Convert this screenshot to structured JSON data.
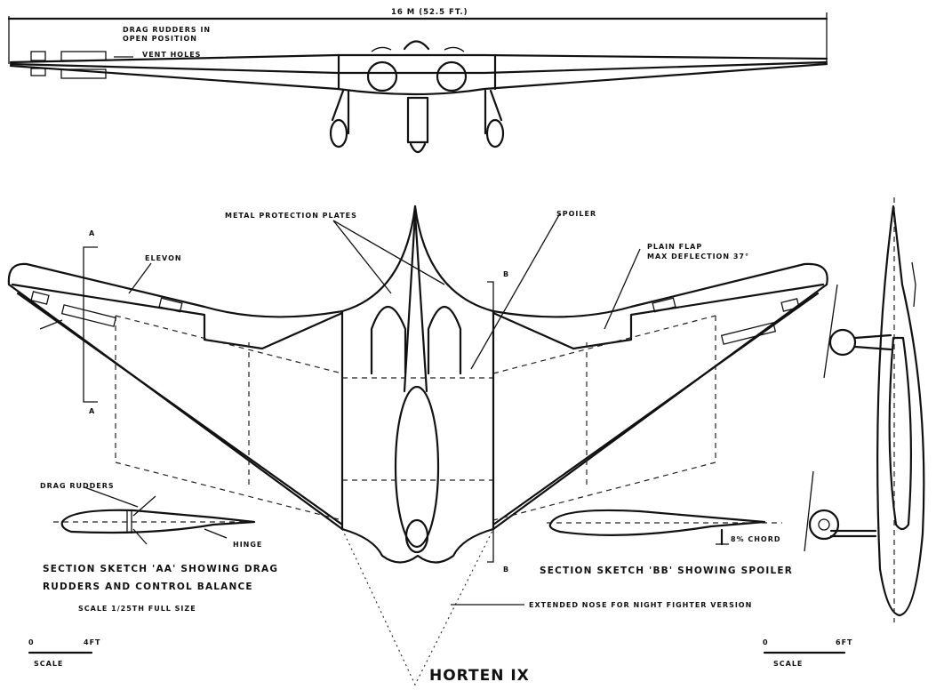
{
  "title": "HORTEN IX",
  "front_view": {
    "span_dimension": "16 M (52.5 FT.)",
    "labels": {
      "drag_rudders": [
        "DRAG RUDDERS IN",
        "OPEN POSITION"
      ],
      "vent_holes": "VENT HOLES"
    }
  },
  "plan_view": {
    "labels": {
      "metal_plates": "METAL PROTECTION PLATES",
      "spoiler": "SPOILER",
      "plain_flap": [
        "PLAIN FLAP",
        "MAX DEFLECTION 37°"
      ],
      "elevon": "ELEVON",
      "drag_rudders": "DRAG RUDDERS",
      "hinge": "HINGE",
      "extended_nose": "EXTENDED NOSE FOR NIGHT FIGHTER VERSION"
    },
    "section_markers": {
      "a": "A",
      "b": "B"
    }
  },
  "section_aa": {
    "caption": [
      "SECTION SKETCH 'AA' SHOWING DRAG",
      "RUDDERS AND CONTROL BALANCE",
      "SCALE 1/25TH FULL SIZE"
    ]
  },
  "section_bb": {
    "caption": "SECTION SKETCH 'BB' SHOWING SPOILER",
    "chord_note": "8% CHORD"
  },
  "scales": [
    {
      "start": "0",
      "end": "4FT",
      "label": "SCALE"
    },
    {
      "start": "0",
      "end": "6FT",
      "label": "SCALE"
    }
  ]
}
